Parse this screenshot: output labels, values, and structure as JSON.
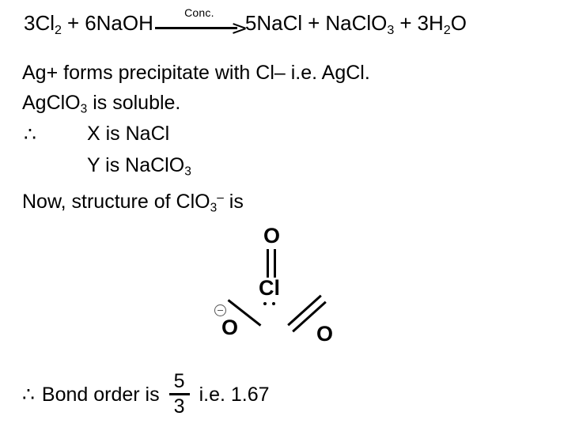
{
  "document": {
    "background_color": "#ffffff",
    "text_color": "#000000"
  },
  "equation": {
    "name": "chlorine-sodium-hydroxide-reaction",
    "reactant_1_coeff": "3",
    "reactant_1": "Cl",
    "reactant_1_sub": "2",
    "plus_1": "+",
    "reactant_2_coeff": "6",
    "reactant_2": "NaOH",
    "arrow_label": "Conc.",
    "product_1_coeff": "5",
    "product_1": "NaCl",
    "plus_2": "+",
    "product_2": "NaClO",
    "product_2_sub": "3",
    "plus_3": "+",
    "product_3_coeff": "3",
    "product_3_a": "H",
    "product_3_sub": "2",
    "product_3_b": "O",
    "plain_text": "3Cl2 + 6NaOH --Conc.--> 5NaCl + NaClO3 + 3H2O"
  },
  "lines": {
    "precipitate_note": "Ag+ forms precipitate with Cl– i.e. AgCl.",
    "solubility_note_a": "AgClO",
    "solubility_note_sub": "3",
    "solubility_note_b": " is soluble.",
    "therefore_symbol": "∴",
    "x_identity": "X is NaCl",
    "y_identity_a": "Y is NaClO",
    "y_identity_sub": "3",
    "structure_intro_a": "Now, structure of  ClO",
    "structure_intro_sub": "3",
    "structure_intro_sup": "–",
    "structure_intro_b": " is"
  },
  "lewis_structure": {
    "name": "chlorate-ion-lewis-structure",
    "central_atom": "Cl",
    "top_oxygen": "O",
    "bottom_left_oxygen": "O",
    "bottom_right_oxygen": "O",
    "negative_charge_symbol": "⊖",
    "lone_pair_dots": 2,
    "bonds": [
      {
        "from": "Cl",
        "to": "top_oxygen",
        "order": 2,
        "direction": "up"
      },
      {
        "from": "Cl",
        "to": "bottom_left_oxygen",
        "order": 1,
        "direction": "down-left"
      },
      {
        "from": "Cl",
        "to": "bottom_right_oxygen",
        "order": 2,
        "direction": "down-right"
      }
    ]
  },
  "conclusion": {
    "therefore_symbol": "∴",
    "prefix": "Bond order is",
    "fraction_numerator": "5",
    "fraction_denominator": "3",
    "suffix": "i.e. 1.67"
  }
}
